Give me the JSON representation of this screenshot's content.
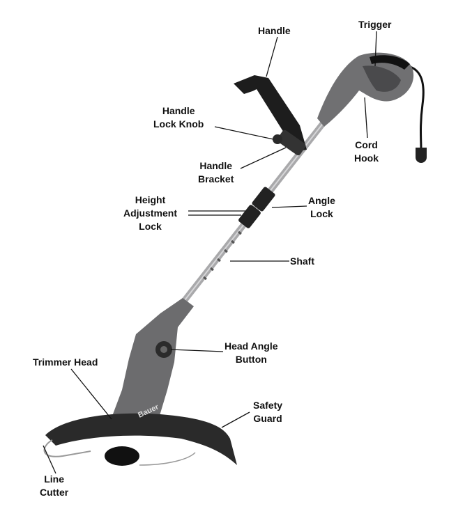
{
  "diagram": {
    "brand_logo": "Bauer",
    "labels": {
      "handle": [
        "Handle"
      ],
      "trigger": [
        "Trigger"
      ],
      "handle_lock_knob": [
        "Handle",
        "Lock Knob"
      ],
      "cord_hook": [
        "Cord",
        "Hook"
      ],
      "handle_bracket": [
        "Handle",
        "Bracket"
      ],
      "height_adjustment_lock": [
        "Height",
        "Adjustment",
        "Lock"
      ],
      "angle_lock": [
        "Angle",
        "Lock"
      ],
      "shaft": [
        "Shaft"
      ],
      "head_angle_button": [
        "Head Angle",
        "Button"
      ],
      "trimmer_head": [
        "Trimmer Head"
      ],
      "safety_guard": [
        "Safety",
        "Guard"
      ],
      "line_cutter": [
        "Line",
        "Cutter"
      ]
    },
    "colors": {
      "body": "#6e6e70",
      "dark": "#1c1c1c",
      "shaft": "#a8a8aa"
    }
  }
}
